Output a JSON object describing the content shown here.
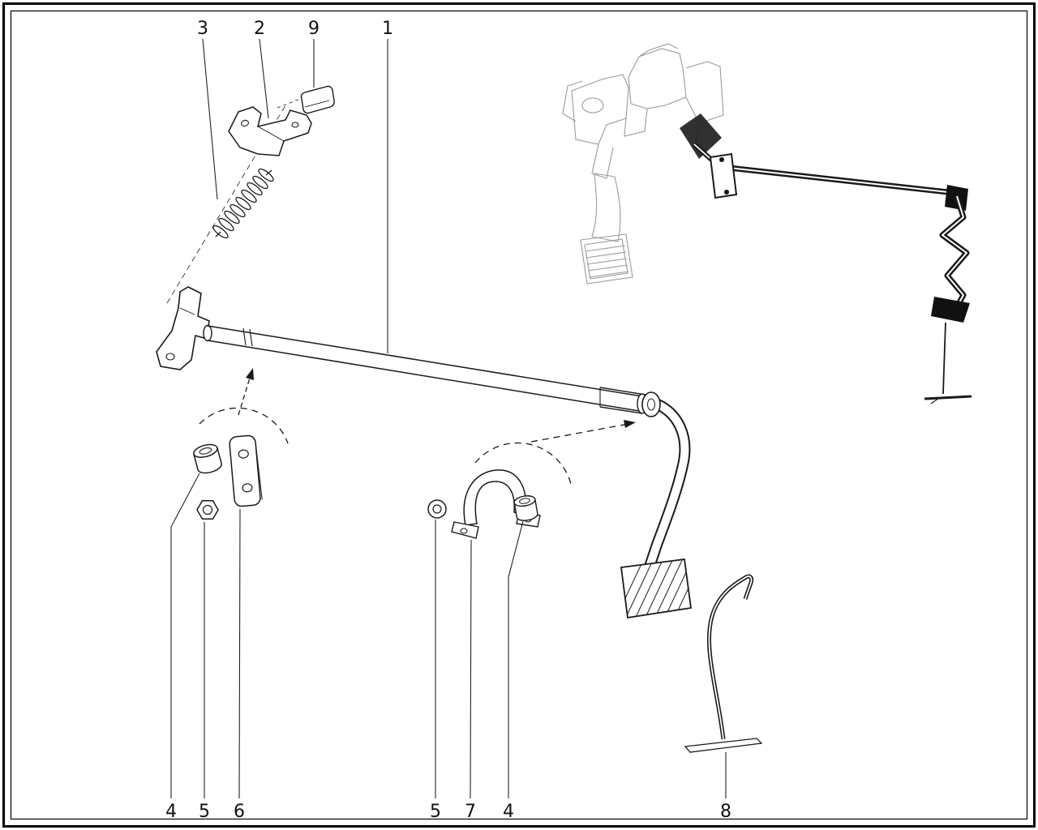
{
  "meta": {
    "type": "technical-parts-diagram"
  },
  "colors": {
    "line": "#1a1a1a",
    "ghost": "#9b9b9b",
    "background": "#ffffff"
  },
  "diagram": {
    "callouts": {
      "top": [
        {
          "label": "3"
        },
        {
          "label": "2"
        },
        {
          "label": "9"
        },
        {
          "label": "1"
        }
      ],
      "bottom": [
        {
          "label": "4"
        },
        {
          "label": "5"
        },
        {
          "label": "6"
        },
        {
          "label": "5"
        },
        {
          "label": "7"
        },
        {
          "label": "4"
        },
        {
          "label": "8"
        }
      ]
    }
  }
}
